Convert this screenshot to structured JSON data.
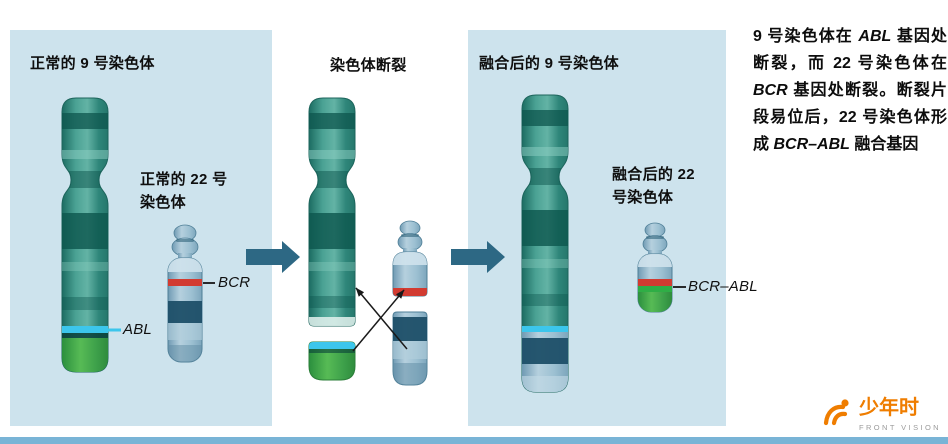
{
  "left_panel": {
    "title_chr9": "正常的 9 号染色体",
    "title_chr22_line1": "正常的 22 号",
    "title_chr22_line2": "染色体",
    "abl_label": "ABL",
    "bcr_label": "BCR"
  },
  "middle": {
    "title": "染色体断裂"
  },
  "right_panel": {
    "title_chr9": "融合后的 9 号染色体",
    "title_chr22_line1": "融合后的 22",
    "title_chr22_line2": "号染色体",
    "bcr_abl_label": "BCR–ABL"
  },
  "description": {
    "part1": "9 号染色体在 ",
    "gene1": "ABL",
    "part2": " 基因处断裂，而 22 号染色体在 ",
    "gene2": "BCR",
    "part3": " 基因处断裂。断裂片段易位后，22 号染色体形成 ",
    "gene3": "BCR–ABL",
    "part4": " 融合基因"
  },
  "logo": {
    "title": "少年时",
    "subtitle": "FRONT VISION"
  },
  "colors": {
    "panel_bg": "#cde3ed",
    "chr9_teal": "#2f8a7c",
    "chr9_green_tip": "#3aa046",
    "chr22_blue": "#9dbfd2",
    "navy_band": "#1d4f68",
    "bcr_red": "#d23b31",
    "abl_cyan": "#3cc6ec",
    "big_arrow": "#2d6884",
    "logo_orange": "#ef7d00",
    "bottom_strip": "#79b4d6"
  }
}
